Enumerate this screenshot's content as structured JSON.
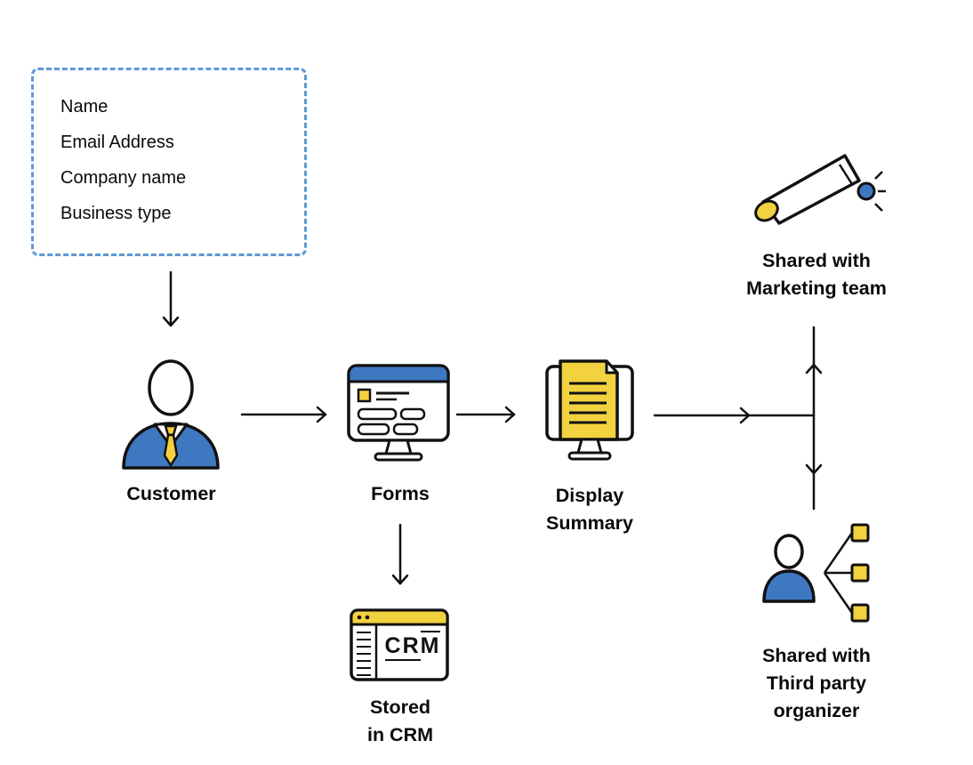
{
  "colors": {
    "blue": "#3e78c0",
    "yellow": "#f3d23f",
    "outline": "#111111",
    "dashed_border": "#5b9bd5"
  },
  "data_box": {
    "fields": [
      "Name",
      "Email Address",
      "Company name",
      "Business type"
    ]
  },
  "nodes": {
    "customer": {
      "label": "Customer"
    },
    "forms": {
      "label": "Forms"
    },
    "display_summary": {
      "line1": "Display",
      "line2": "Summary"
    },
    "marketing": {
      "line1": "Shared with",
      "line2": "Marketing team"
    },
    "third_party": {
      "line1": "Shared with",
      "line2": "Third party",
      "line3": "organizer"
    },
    "crm": {
      "line1": "Stored",
      "line2": "in CRM",
      "logo_part1": "CR",
      "logo_part2": "M"
    }
  }
}
